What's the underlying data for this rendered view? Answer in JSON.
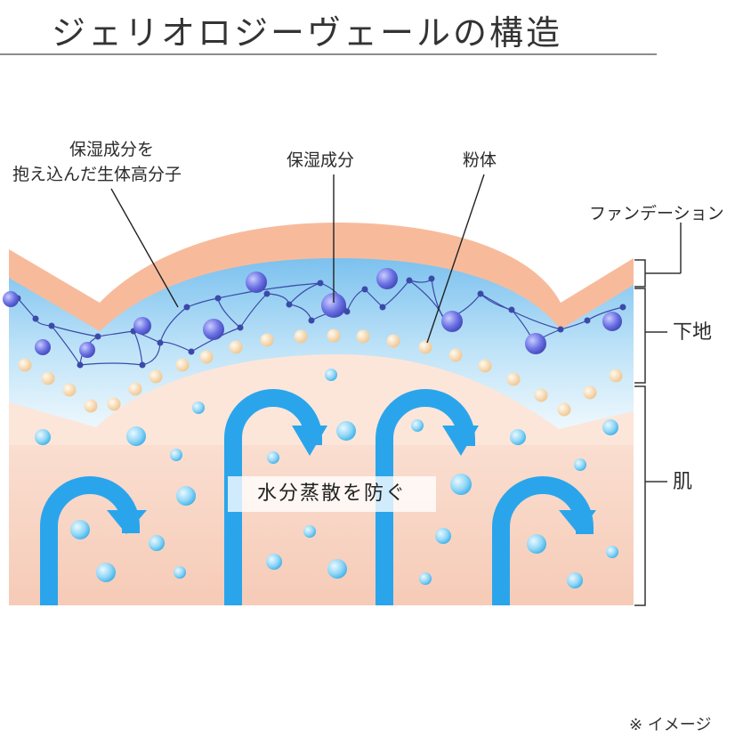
{
  "title": "ジェリオロジーヴェールの構造",
  "callouts": {
    "polymer": [
      "保湿成分を",
      "抱え込んだ生体高分子"
    ],
    "moisture": "保湿成分",
    "powder": "粉体"
  },
  "layers": {
    "foundation": "ファンデーション",
    "base": "下地",
    "skin": "肌"
  },
  "center_label": "水分蒸散を防ぐ",
  "note": "※ イメージ",
  "colors": {
    "skin_top": "#fbe3d6",
    "skin_bottom": "#f5c9b4",
    "foundation": "#f7bfa0",
    "gel_top": "#7fc4ef",
    "gel_bottom": "#e6f4fc",
    "arrow": "#2aa5ec",
    "polymer_line": "#3b4aa8",
    "moisture_ball": "#6f6fe0",
    "powder_ball": "#f3d4a6",
    "bubble": "#6cc8f3"
  }
}
